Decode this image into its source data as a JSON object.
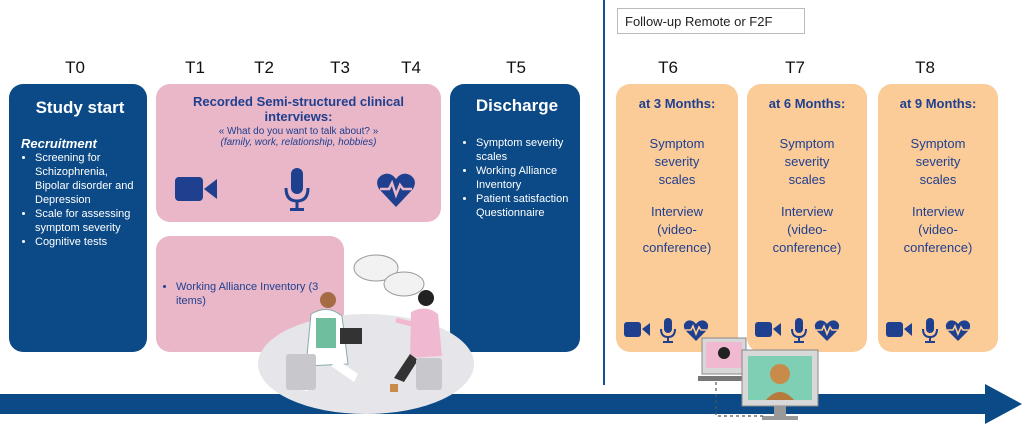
{
  "timepoints": [
    "T0",
    "T1",
    "T2",
    "T3",
    "T4",
    "T5",
    "T6",
    "T7",
    "T8"
  ],
  "followup_label": "Follow-up Remote or F2F",
  "study_start": {
    "title": "Study start",
    "subtitle": "Recruitment",
    "items": [
      "Screening for Schizophrenia, Bipolar disorder and Depression",
      "Scale for assessing symptom severity",
      "Cognitive tests"
    ]
  },
  "interviews": {
    "title_line1": "Recorded  Semi-structured clinical",
    "title_line2": "interviews:",
    "quote": "« What do you want to talk about? »",
    "topics": "(family, work, relationship, hobbies)"
  },
  "alliance": {
    "items": [
      "Working Alliance Inventory (3 items)"
    ]
  },
  "discharge": {
    "title": "Discharge",
    "items": [
      "Symptom severity scales",
      "Working Alliance Inventory",
      "Patient satisfaction Questionnaire"
    ]
  },
  "followups": [
    {
      "title": "at 3 Months:",
      "scales": "Symptom severity scales",
      "interview": "Interview (video-conference)"
    },
    {
      "title": "at 6 Months:",
      "scales": "Symptom severity scales",
      "interview": "Interview (video-conference)"
    },
    {
      "title": "at 9 Months:",
      "scales": "Symptom severity scales",
      "interview": "Interview (video-conference)"
    }
  ],
  "colors": {
    "navy": "#0b4a87",
    "pink": "#e9b7c8",
    "peach": "#fbcb98",
    "arrow": "#0b4a87"
  },
  "icons": [
    "video-camera-icon",
    "microphone-icon",
    "heart-pulse-icon"
  ]
}
